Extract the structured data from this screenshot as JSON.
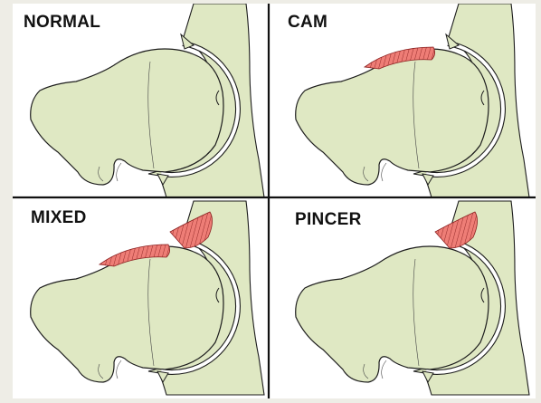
{
  "figure": {
    "panels": [
      {
        "label": "NORMAL",
        "variant": "normal"
      },
      {
        "label": "CAM",
        "variant": "cam"
      },
      {
        "label": "MIXED",
        "variant": "mixed"
      },
      {
        "label": "PINCER",
        "variant": "pincer"
      }
    ]
  },
  "colors": {
    "bone_fill": "#dfe8c3",
    "outline": "#1d1d1d",
    "lesion_fill": "#ee7d76",
    "divider": "#111111",
    "background": "#ffffff"
  }
}
